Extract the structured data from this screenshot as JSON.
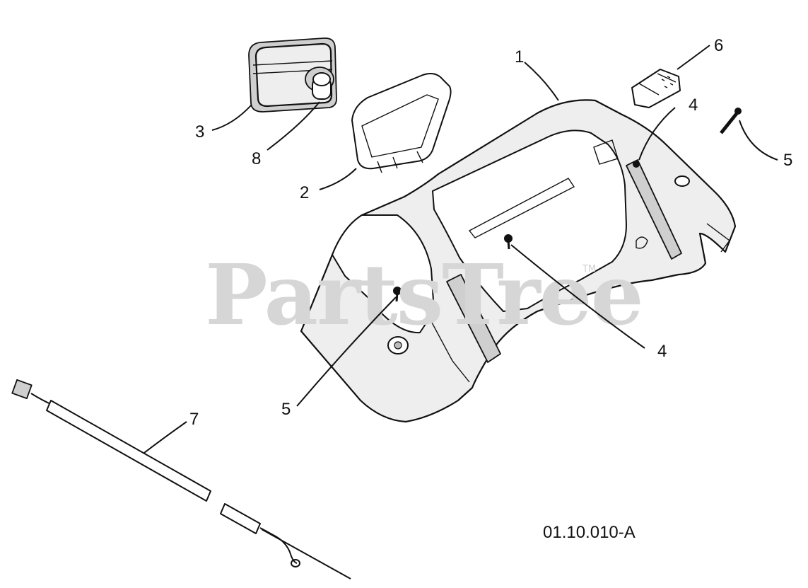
{
  "watermark": {
    "text": "PartsTree",
    "mark": "TM"
  },
  "diagram_code": "01.10.010-A",
  "callouts": [
    {
      "id": "c1",
      "label": "1"
    },
    {
      "id": "c2",
      "label": "2"
    },
    {
      "id": "c3",
      "label": "3"
    },
    {
      "id": "c4a",
      "label": "4"
    },
    {
      "id": "c4b",
      "label": "4"
    },
    {
      "id": "c5a",
      "label": "5"
    },
    {
      "id": "c5b",
      "label": "5"
    },
    {
      "id": "c6",
      "label": "6"
    },
    {
      "id": "c7",
      "label": "7"
    },
    {
      "id": "c8",
      "label": "8"
    }
  ]
}
